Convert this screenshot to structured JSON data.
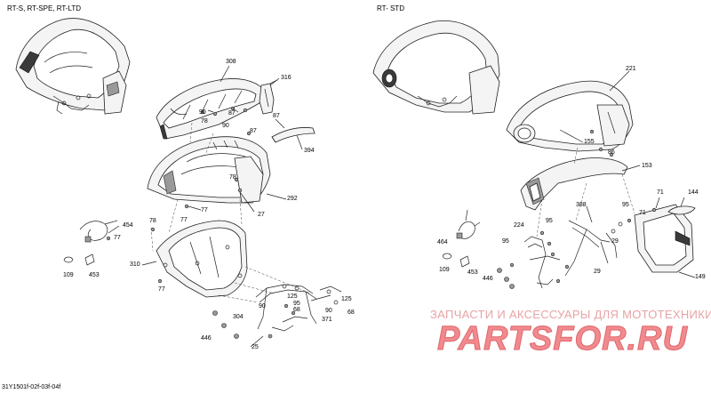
{
  "headers": {
    "left": "RT-S, RT-SPE, RT-LTD",
    "right": "RT- STD"
  },
  "labels_left": [
    {
      "id": "l308",
      "text": "308"
    },
    {
      "id": "l316",
      "text": "316"
    },
    {
      "id": "l90a",
      "text": "90"
    },
    {
      "id": "l87a",
      "text": "87"
    },
    {
      "id": "l78a",
      "text": "78"
    },
    {
      "id": "l90b",
      "text": "90"
    },
    {
      "id": "l87b",
      "text": "87"
    },
    {
      "id": "l87c",
      "text": "87"
    },
    {
      "id": "l394",
      "text": "394"
    },
    {
      "id": "l78b",
      "text": "78"
    },
    {
      "id": "l292",
      "text": "292"
    },
    {
      "id": "l77a",
      "text": "77"
    },
    {
      "id": "l27",
      "text": "27"
    },
    {
      "id": "l78c",
      "text": "78"
    },
    {
      "id": "l77b",
      "text": "77"
    },
    {
      "id": "l454",
      "text": "454"
    },
    {
      "id": "l77c",
      "text": "77"
    },
    {
      "id": "l310",
      "text": "310"
    },
    {
      "id": "l77d",
      "text": "77"
    },
    {
      "id": "l109",
      "text": "109"
    },
    {
      "id": "l453",
      "text": "453"
    },
    {
      "id": "l125a",
      "text": "125"
    },
    {
      "id": "l95a",
      "text": "95"
    },
    {
      "id": "l125b",
      "text": "125"
    },
    {
      "id": "l90c",
      "text": "90"
    },
    {
      "id": "l68a",
      "text": "68"
    },
    {
      "id": "l90d",
      "text": "90"
    },
    {
      "id": "l68b",
      "text": "68"
    },
    {
      "id": "l304",
      "text": "304"
    },
    {
      "id": "l371",
      "text": "371"
    },
    {
      "id": "l446a",
      "text": "446"
    },
    {
      "id": "l25",
      "text": "25"
    }
  ],
  "labels_right": [
    {
      "id": "r221",
      "text": "221"
    },
    {
      "id": "r155",
      "text": "155"
    },
    {
      "id": "r86",
      "text": "86"
    },
    {
      "id": "r153",
      "text": "153"
    },
    {
      "id": "r71a",
      "text": "71"
    },
    {
      "id": "r144",
      "text": "144"
    },
    {
      "id": "r388",
      "text": "388"
    },
    {
      "id": "r95a",
      "text": "95"
    },
    {
      "id": "r71b",
      "text": "71"
    },
    {
      "id": "r224",
      "text": "224"
    },
    {
      "id": "r95b",
      "text": "95"
    },
    {
      "id": "r29a",
      "text": "29"
    },
    {
      "id": "r464",
      "text": "464"
    },
    {
      "id": "r95c",
      "text": "95"
    },
    {
      "id": "r29b",
      "text": "29"
    },
    {
      "id": "r109",
      "text": "109"
    },
    {
      "id": "r453",
      "text": "453"
    },
    {
      "id": "r446",
      "text": "446"
    },
    {
      "id": "r149",
      "text": "149"
    }
  ],
  "watermark": {
    "tagline": "ЗАПЧАСТИ И АКСЕССУАРЫ ДЛЯ МОТОТЕХНИКИ",
    "logo": "PARTSFOR.RU"
  },
  "footer_code": "31Y1501f-02f-03f-04f"
}
